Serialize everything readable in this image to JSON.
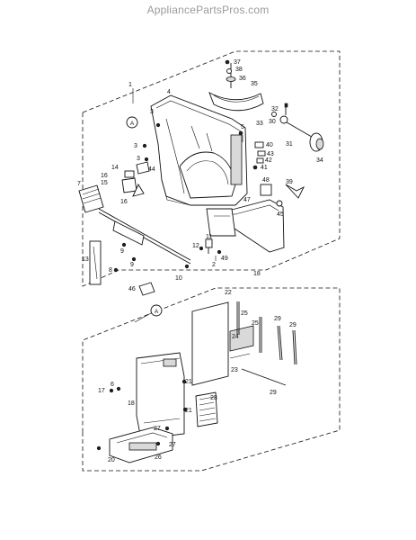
{
  "watermark": "AppliancePartsPros.com",
  "ref_markers": {
    "a_top": "A",
    "a_bottom": "A"
  },
  "labels": {
    "p1": "1",
    "p2": "2",
    "p3a": "3",
    "p3b": "3",
    "p3c": "3",
    "p4": "4",
    "p5": "5",
    "p6": "6",
    "p7": "7",
    "p8": "8",
    "p9a": "9",
    "p9b": "9",
    "p10": "10",
    "p11": "11",
    "p12": "12",
    "p13": "13",
    "p14": "14",
    "p15": "15",
    "p16a": "16",
    "p16b": "16",
    "p17": "17",
    "p18a": "18",
    "p18b": "18",
    "p20": "20",
    "p21a": "21",
    "p21b": "21",
    "p22": "22",
    "p23": "23",
    "p24": "24",
    "p25a": "25",
    "p25b": "25",
    "p26": "26",
    "p27a": "27",
    "p27b": "27",
    "p28": "28",
    "p29a": "29",
    "p29b": "29",
    "p29c": "29",
    "p30": "30",
    "p31": "31",
    "p32": "32",
    "p33": "33",
    "p34": "34",
    "p35": "35",
    "p36": "36",
    "p37": "37",
    "p38": "38",
    "p39": "39",
    "p40": "40",
    "p41": "41",
    "p42": "42",
    "p43": "43",
    "p44": "44",
    "p45": "45",
    "p46": "46",
    "p47": "47",
    "p48": "48",
    "p49": "49"
  }
}
